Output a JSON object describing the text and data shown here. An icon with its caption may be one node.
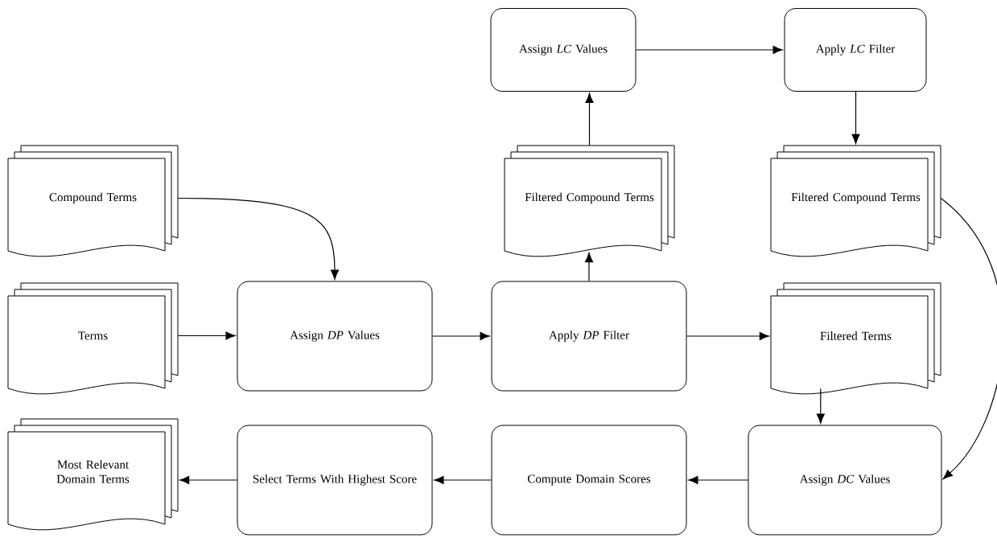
{
  "diagram": {
    "nodes": [
      {
        "text": [
          "Assign *LC* Values"
        ]
      },
      {
        "text": [
          "Apply *LC* Filter"
        ]
      },
      {
        "text": [
          "Compound Terms"
        ]
      },
      {
        "text": [
          "Filtered Compound Terms"
        ]
      },
      {
        "text": [
          "Filtered Compound Terms"
        ]
      },
      {
        "text": [
          "Terms"
        ]
      },
      {
        "text": [
          "Assign *DP* Values"
        ]
      },
      {
        "text": [
          "Apply *DP* Filter"
        ]
      },
      {
        "text": [
          "Filtered Terms"
        ]
      },
      {
        "text": [
          "Most Relevant Domain Terms"
        ]
      },
      {
        "text": [
          "Select Terms With Highest Score"
        ]
      },
      {
        "text": [
          "Compute Domain Scores"
        ]
      },
      {
        "text": [
          "Assign *DC* Values"
        ]
      }
    ],
    "edges": [
      {
        "from": 2,
        "to": 6,
        "arrow": "to"
      },
      {
        "from": 5,
        "to": 6,
        "arrow": "to"
      },
      {
        "from": 6,
        "to": 7,
        "arrow": "to"
      },
      {
        "from": 7,
        "to": 3,
        "arrow": "to"
      },
      {
        "from": 3,
        "to": 0,
        "arrow": "to"
      },
      {
        "from": 0,
        "to": 1,
        "arrow": "to"
      },
      {
        "from": 1,
        "to": 4,
        "arrow": "to"
      },
      {
        "from": 7,
        "to": 8,
        "arrow": "to"
      },
      {
        "from": 8,
        "to": 12,
        "arrow": "to"
      },
      {
        "from": 4,
        "to": 12,
        "arrow": "to"
      },
      {
        "from": 12,
        "to": 11,
        "arrow": "to"
      },
      {
        "from": 11,
        "to": 10,
        "arrow": "to"
      },
      {
        "from": 10,
        "to": 9,
        "arrow": "to"
      }
    ]
  }
}
